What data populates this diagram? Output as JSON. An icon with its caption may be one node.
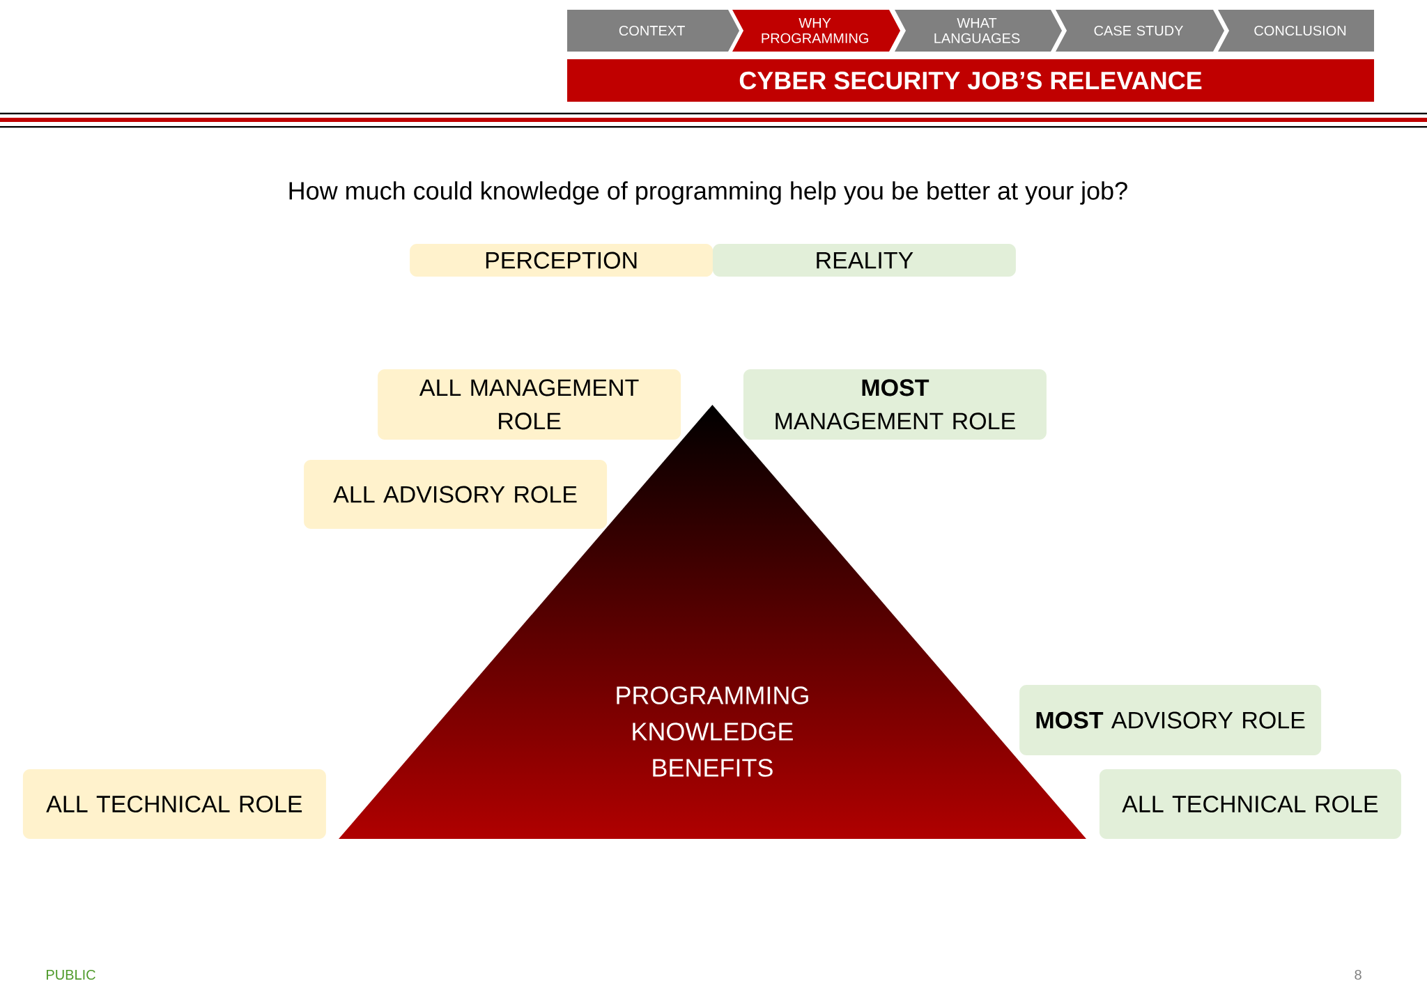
{
  "diagram": {
    "title": "How much could knowledge of programming help you be better at your job?",
    "nodes": [
      {
        "text": [
          "CONTEXT"
        ]
      },
      {
        "text": [
          "WHY PROGRAMMING"
        ]
      },
      {
        "text": [
          "WHAT LANGUAGES"
        ]
      },
      {
        "text": [
          "CASE STUDY"
        ]
      },
      {
        "text": [
          "CONCLUSION"
        ]
      },
      {
        "text": [
          "CYBER SECURITY JOB’S RELEVANCE"
        ]
      },
      {
        "text": [
          "PERCEPTION"
        ]
      },
      {
        "text": [
          "REALITY"
        ]
      },
      {
        "text": [
          "ALL MANAGEMENT ROLE"
        ]
      },
      {
        "text": [
          "**MOST** MANAGEMENT ROLE"
        ]
      },
      {
        "text": [
          "ALL ADVISORY ROLE"
        ]
      },
      {
        "text": [
          "PROGRAMMING KNOWLEDGE BENEFITS"
        ]
      },
      {
        "text": [
          "**MOST** ADVISORY ROLE"
        ]
      },
      {
        "text": [
          "ALL TECHNICAL ROLE"
        ]
      },
      {
        "text": [
          "ALL TECHNICAL ROLE"
        ]
      }
    ],
    "labels": [
      "PUBLIC",
      "8"
    ]
  }
}
